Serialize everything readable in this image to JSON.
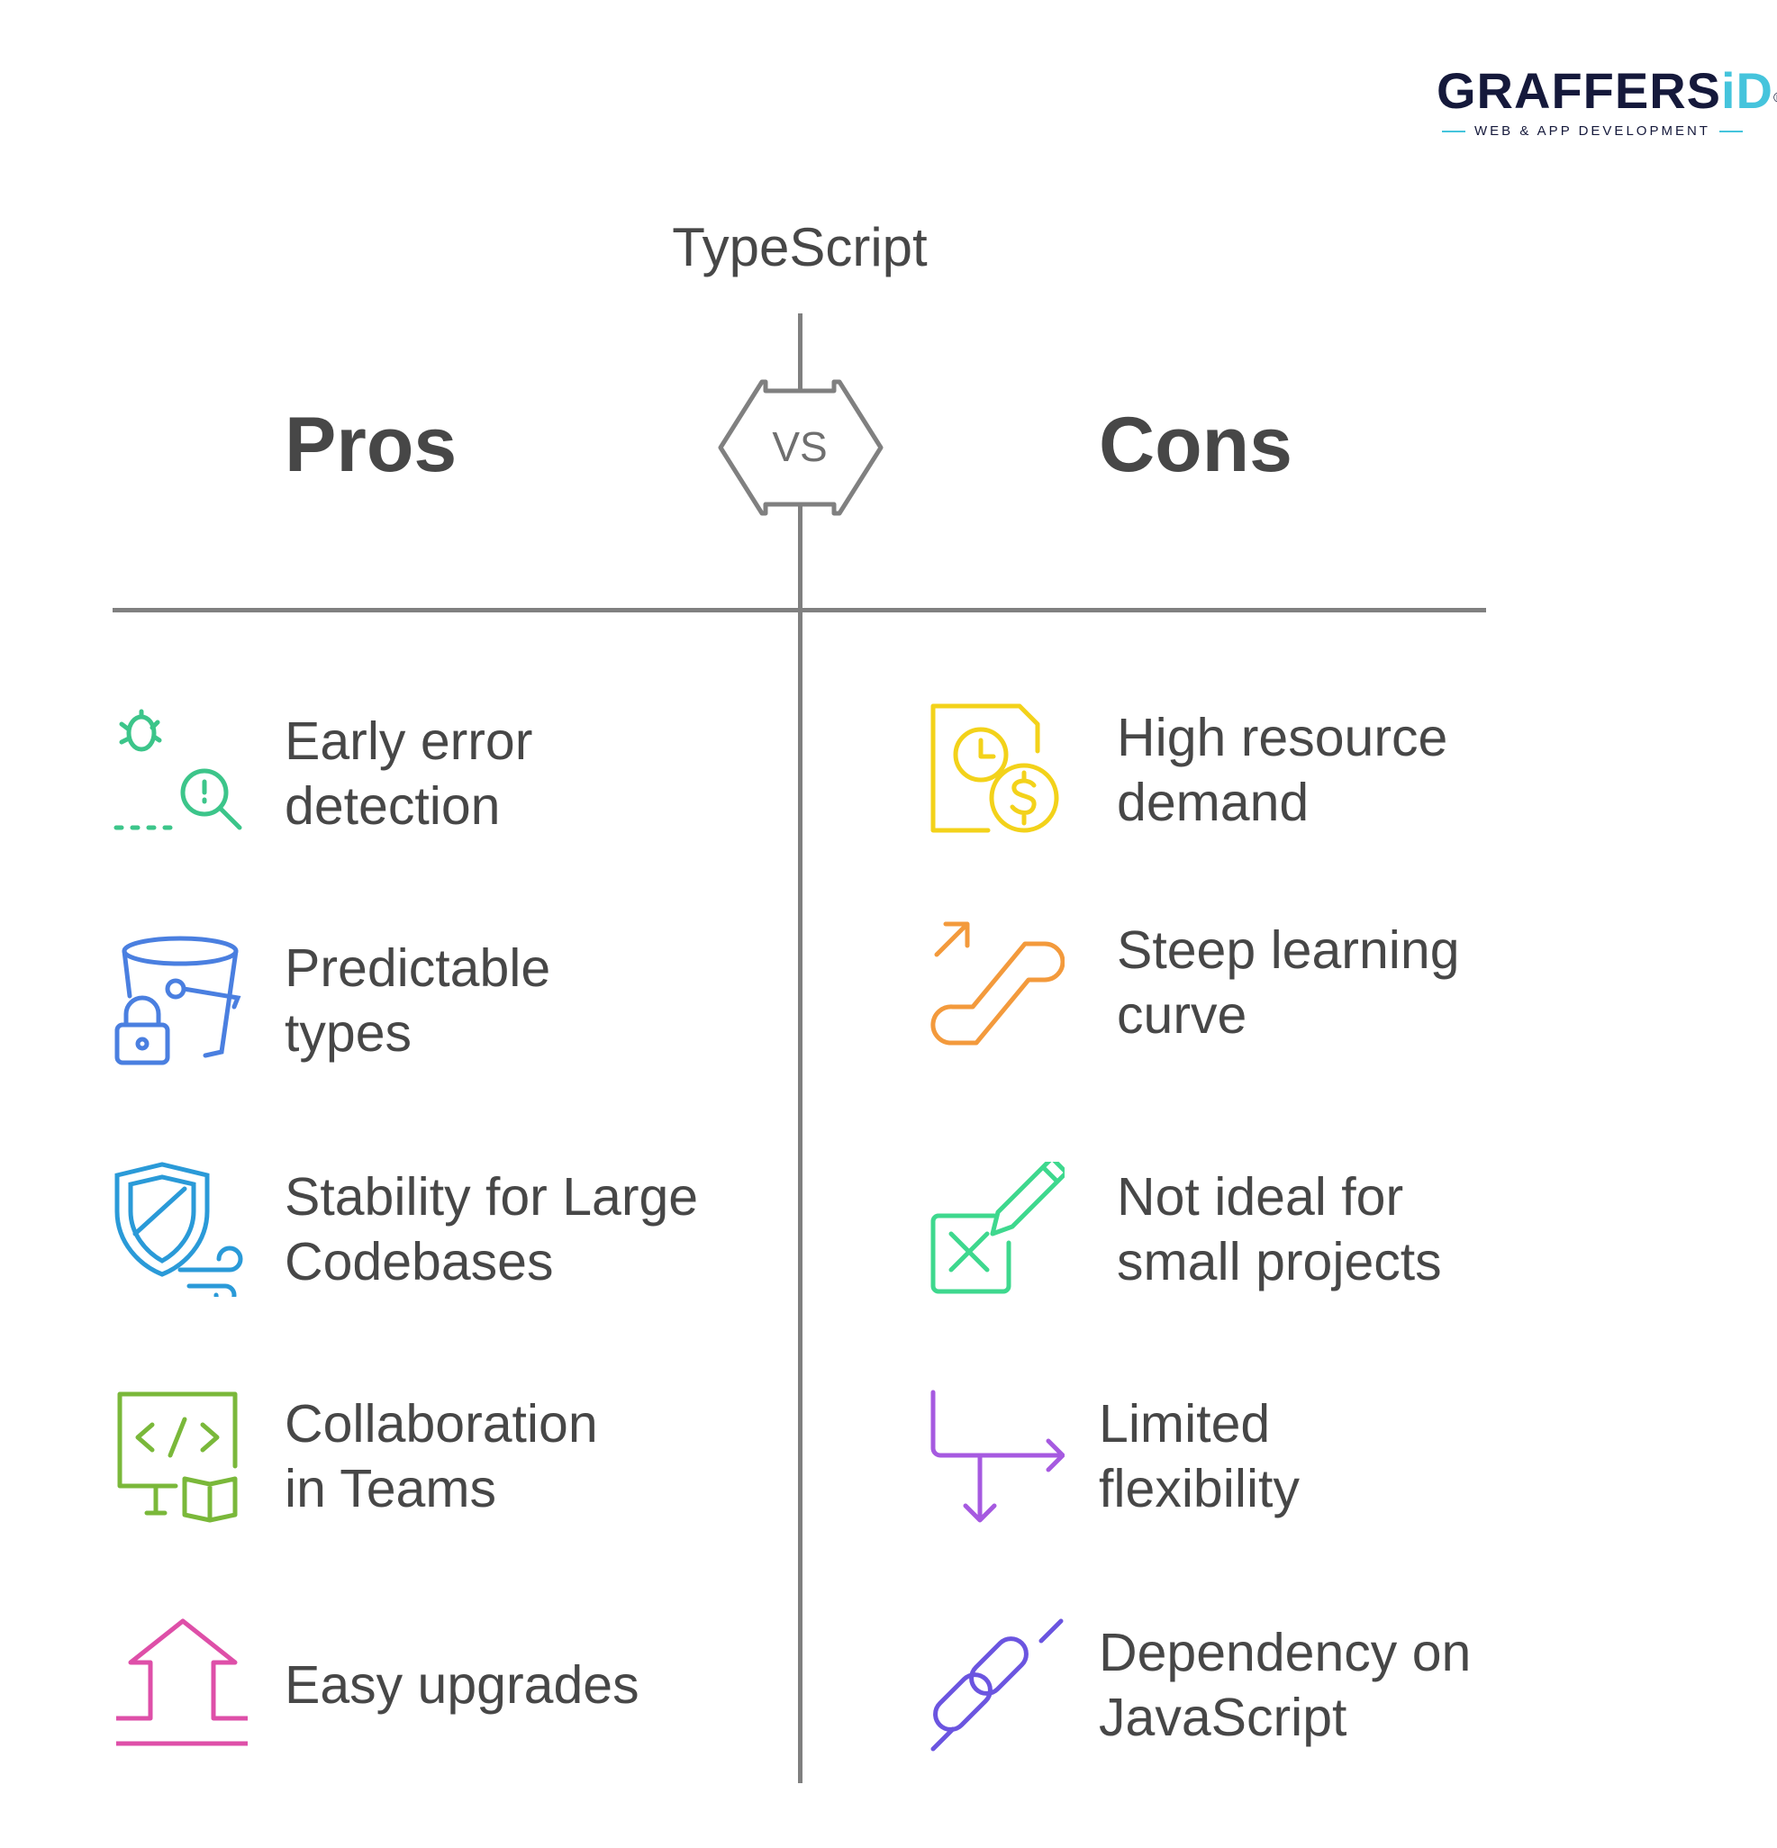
{
  "logo": {
    "name_dark": "GRAFFERS",
    "name_accent": "iD",
    "registered": "®",
    "tagline": "WEB & APP DEVELOPMENT",
    "colors": {
      "dark": "#15193b",
      "accent": "#45c4dc"
    }
  },
  "title": "TypeScript",
  "vs_label": "VS",
  "pros": {
    "heading": "Pros",
    "items": [
      {
        "label": "Early error\ndetection",
        "icon": "bug-search-icon",
        "color": "#3cc58a"
      },
      {
        "label": "Predictable\ntypes",
        "icon": "bucket-lock-icon",
        "color": "#4a7fe0"
      },
      {
        "label": "Stability for Large\nCodebases",
        "icon": "shield-wind-icon",
        "color": "#2a9ad8"
      },
      {
        "label": "Collaboration\nin Teams",
        "icon": "code-book-icon",
        "color": "#7ab83a"
      },
      {
        "label": "Easy upgrades",
        "icon": "upload-arrow-icon",
        "color": "#de4fa8"
      }
    ]
  },
  "cons": {
    "heading": "Cons",
    "items": [
      {
        "label": "High resource\ndemand",
        "icon": "document-clock-dollar-icon",
        "color": "#f3d21a"
      },
      {
        "label": "Steep learning\ncurve",
        "icon": "escalator-icon",
        "color": "#f39a3c"
      },
      {
        "label": "Not ideal for\nsmall projects",
        "icon": "pencil-x-icon",
        "color": "#3ed88e"
      },
      {
        "label": "Limited\nflexibility",
        "icon": "split-arrow-icon",
        "color": "#a65ae0"
      },
      {
        "label": "Dependency on\nJavaScript",
        "icon": "chain-link-icon",
        "color": "#6b55e0"
      }
    ]
  }
}
